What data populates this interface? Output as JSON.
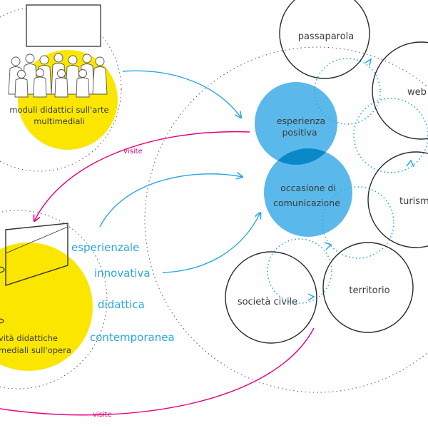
{
  "colors": {
    "yellow": "#fbe600",
    "cyan": "#29a8e0",
    "magenta": "#e6007e",
    "light_blue": "#5ab9ea",
    "overlap_blue": "#0b88c8",
    "dark": "#3a3a3a",
    "circle_outline": "#2a2a2a",
    "dotted_outline": "#555555"
  },
  "left_top": {
    "caption_line1": "moduli didattici sull'arte",
    "caption_line2": "multimediali",
    "icons": [
      "projection-screen-icon",
      "audience-people-icon"
    ]
  },
  "left_bottom": {
    "caption_line1": "vità didattiche",
    "caption_line2": "mediali sull'opera",
    "icons": [
      "projection-screen-icon",
      "projector-icon"
    ]
  },
  "qualities": [
    "esperienzale",
    "innovativa",
    "didattica",
    "contemporanea"
  ],
  "visite_labels": {
    "upper": "visite",
    "lower": "visite"
  },
  "hub": {
    "top_line1": "esperienza",
    "top_line2": "positiva",
    "bottom_line1": "occasione di",
    "bottom_line2": "comunicazione"
  },
  "channels": {
    "passaparola": "passaparola",
    "web": "web",
    "turismo": "turismo",
    "territorio": "territorio",
    "societa_civile": "società civile"
  }
}
